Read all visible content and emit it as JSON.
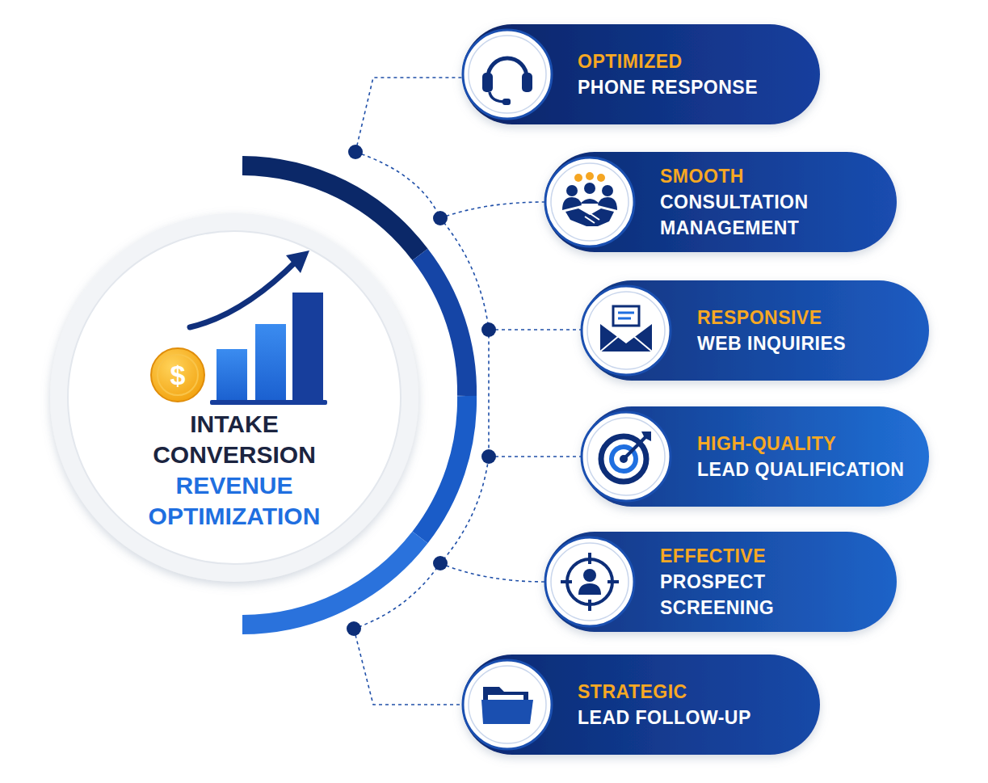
{
  "diagram": {
    "nodes": [
      {
        "text": [
          "INTAKE CONVERSION",
          "REVENUE OPTIMIZATION"
        ]
      },
      {
        "text": [
          "OPTIMIZED",
          "PHONE RESPONSE"
        ]
      },
      {
        "text": [
          "SMOOTH",
          "CONSULTATION MANAGEMENT"
        ]
      },
      {
        "text": [
          "RESPONSIVE",
          "WEB INQUIRIES"
        ]
      },
      {
        "text": [
          "HIGH-QUALITY",
          "LEAD QUALIFICATION"
        ]
      },
      {
        "text": [
          "EFFECTIVE",
          "PROSPECT SCREENING"
        ]
      },
      {
        "text": [
          "STRATEGIC",
          "LEAD FOLLOW-UP"
        ]
      }
    ],
    "labels": [
      "$"
    ]
  }
}
